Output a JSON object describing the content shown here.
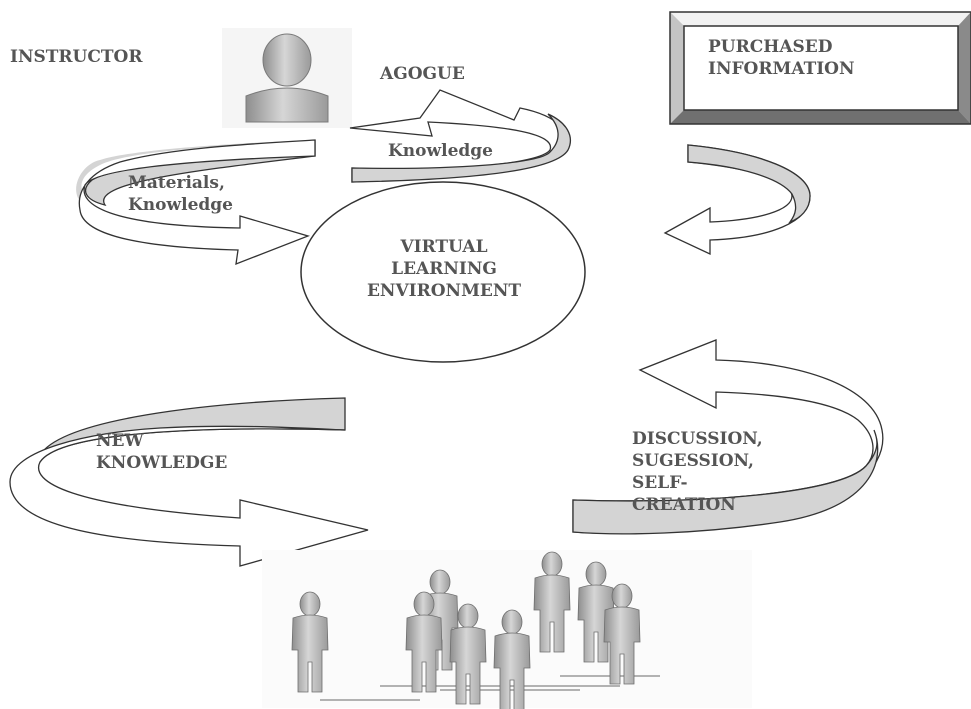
{
  "labels": {
    "instructor": "INSTRUCTOR",
    "agogue": "AGOGUE",
    "purchased_information": "PURCHASED\nINFORMATION",
    "knowledge": "Knowledge",
    "materials_knowledge": "Materials,\nKnowledge",
    "vle": "VIRTUAL\nLEARNING\nENVIRONMENT",
    "new_knowledge": "NEW\nKNOWLEDGE",
    "discussion": "DISCUSSION,\nSUGESSION,\nSELF-\nCREATION"
  },
  "icons": {
    "instructor": "person-icon",
    "learners": "people-group-icon",
    "info_source": "framed-box"
  },
  "colors": {
    "text": "#555555",
    "arrow_fill": "#d4d4d4",
    "outline": "#333333",
    "figure": "#b9b9b9"
  }
}
